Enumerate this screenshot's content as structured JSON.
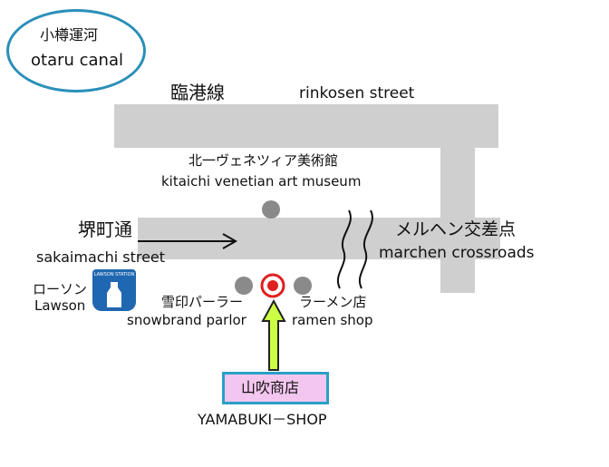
{
  "landmarks": {
    "canal": {
      "jp": "小樽運河",
      "en": "otaru canal",
      "ring_color": "#2a8fb8"
    },
    "rinkosen": {
      "jp": "臨港線",
      "en": "rinkosen street"
    },
    "museum": {
      "jp": "北一ヴェネツィア美術館",
      "en": "kitaichi venetian art museum"
    },
    "sakaimachi": {
      "jp": "堺町通",
      "en": "sakaimachi street"
    },
    "marchen": {
      "jp": "メルヘン交差点",
      "en": "marchen crossroads"
    },
    "lawson": {
      "jp": "ローソン",
      "en": "Lawson",
      "logo_text": "LAWSON STATION",
      "logo_color": "#1f67b1"
    },
    "snowbrand": {
      "jp": "雪印パーラー",
      "en": "snowbrand parlor"
    },
    "ramen": {
      "jp": "ラーメン店",
      "en": "ramen shop"
    },
    "shop": {
      "jp": "山吹商店",
      "en": "YAMABUKI－SHOP",
      "box_fill": "#f2c6ee",
      "box_border": "#2aa0c8"
    }
  },
  "markers": {
    "target_color": "#e02020",
    "arrow_color": "#ccff44",
    "road_color": "#cfcfcf",
    "dot_color": "#8a8a8a"
  }
}
